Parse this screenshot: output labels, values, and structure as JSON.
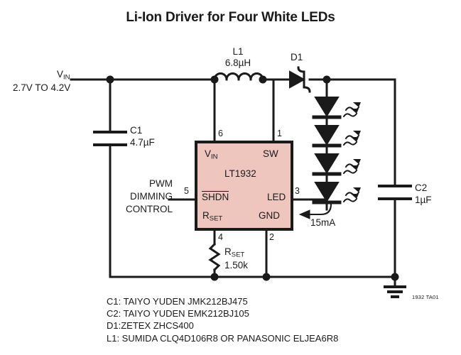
{
  "title": "Li-Ion Driver for Four White LEDs",
  "colors": {
    "ic_fill": "#EEC6BE",
    "ink": "#1a1a1a",
    "background": "#ffffff"
  },
  "ic": {
    "part_number": "LT1932",
    "pins": [
      {
        "number": "1",
        "name": "SW",
        "side": "top-right"
      },
      {
        "number": "2",
        "name": "GND",
        "side": "bottom-right"
      },
      {
        "number": "3",
        "name": "LED",
        "side": "right"
      },
      {
        "number": "4",
        "name": "RSET",
        "name_base": "R",
        "name_sub": "SET",
        "side": "bottom-left"
      },
      {
        "number": "5",
        "name": "SHDN",
        "overlined": true,
        "side": "left"
      },
      {
        "number": "6",
        "name": "VIN",
        "name_base": "V",
        "name_sub": "IN",
        "side": "top-left"
      }
    ],
    "labels": {
      "vin_base": "V",
      "vin_sub": "IN",
      "sw": "SW",
      "shdn": "SHDN",
      "led": "LED",
      "rset_base": "R",
      "rset_sub": "SET",
      "gnd": "GND"
    }
  },
  "supply": {
    "node_base": "V",
    "node_sub": "IN",
    "range": "2.7V TO 4.2V"
  },
  "components": {
    "c1": {
      "ref": "C1",
      "value": "4.7µF"
    },
    "c2": {
      "ref": "C2",
      "value": "1µF"
    },
    "l1": {
      "ref": "L1",
      "value": "6.8µH"
    },
    "d1": {
      "ref": "D1"
    },
    "rset": {
      "ref_base": "R",
      "ref_sub": "SET",
      "value": "1.50k"
    }
  },
  "annotations": {
    "pwm_line1": "PWM",
    "pwm_line2": "DIMMING",
    "pwm_line3": "CONTROL",
    "led_current": "15mA",
    "drawing_id": "1932 TA01"
  },
  "led_string": {
    "count": 4,
    "emission_arrows_per_led": 2
  },
  "notes": [
    "C1: TAIYO YUDEN JMK212BJ475",
    "C2: TAIYO YUDEN EMK212BJ105",
    "D1:ZETEX ZHCS400",
    "L1: SUMIDA CLQ4D106R8 OR PANASONIC ELJEA6R8"
  ]
}
